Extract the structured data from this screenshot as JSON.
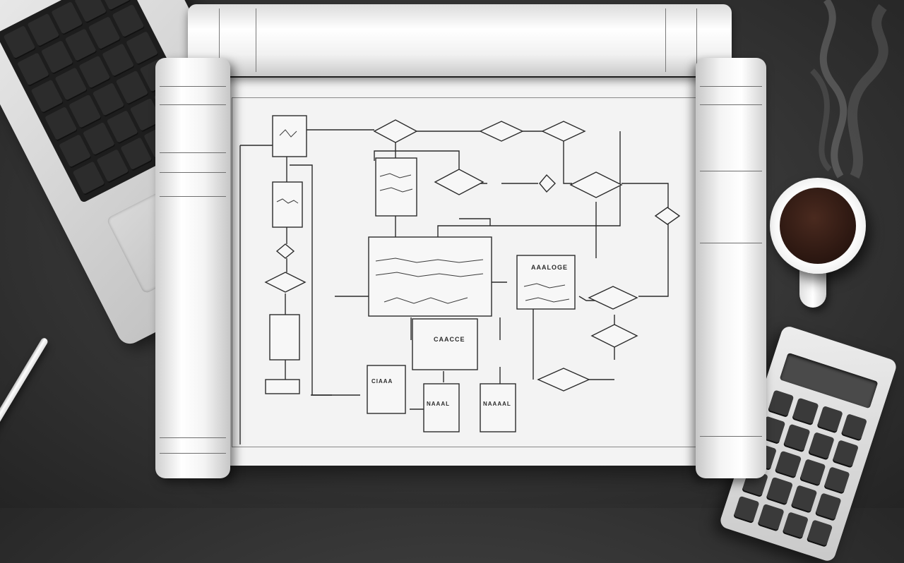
{
  "scene": {
    "objects": [
      "laptop",
      "pen",
      "blueprint-paper",
      "paper-rolls",
      "coffee-mug",
      "calculator"
    ],
    "colors": {
      "desk": "#353535",
      "paper": "#f3f3f3",
      "ink": "#2b2b2b",
      "coffee": "#2a1610"
    }
  },
  "diagram": {
    "labels": [
      "CAACCE",
      "AAALOGE",
      "NAAAL",
      "NAAAAL",
      "CIAAA"
    ]
  }
}
